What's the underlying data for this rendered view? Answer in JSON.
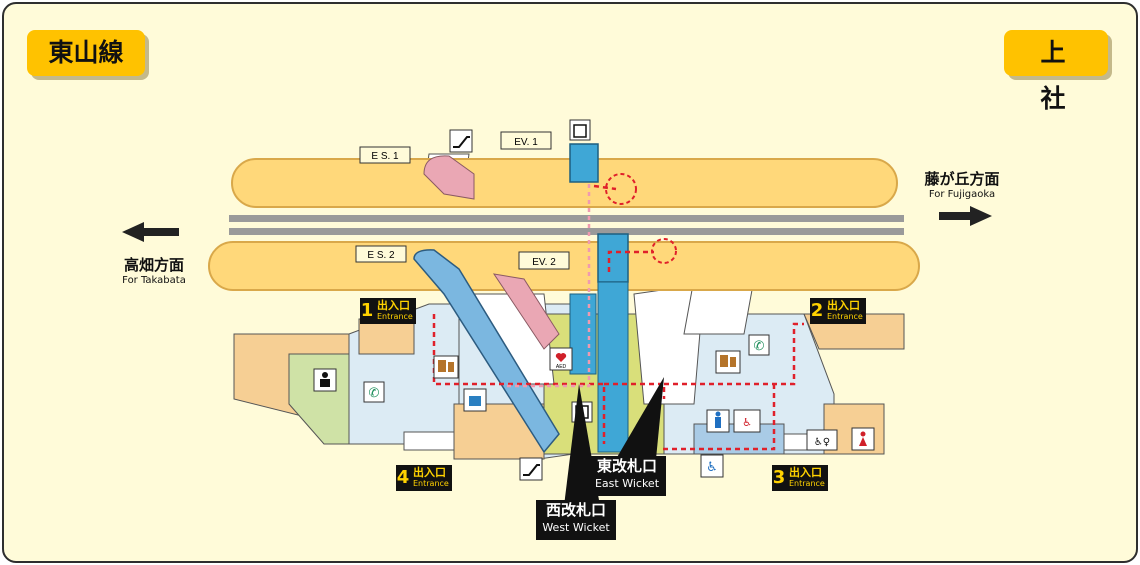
{
  "line_name": "東山線",
  "station_name": "上 社",
  "direction_left": {
    "jp": "高畑方面",
    "en": "For Takabata"
  },
  "direction_right": {
    "jp": "藤が丘方面",
    "en": "For Fujigaoka"
  },
  "facilities": {
    "es1": "E S. 1",
    "es2": "E S. 2",
    "ev1": "EV. 1",
    "ev2": "EV. 2",
    "aed": "AED"
  },
  "exits": [
    {
      "number": "1",
      "jp": "出入口",
      "en": "Entrance"
    },
    {
      "number": "2",
      "jp": "出入口",
      "en": "Entrance"
    },
    {
      "number": "3",
      "jp": "出入口",
      "en": "Entrance"
    },
    {
      "number": "4",
      "jp": "出入口",
      "en": "Entrance"
    }
  ],
  "wickets": {
    "east": {
      "jp": "東改札口",
      "en": "East Wicket"
    },
    "west": {
      "jp": "西改札口",
      "en": "West Wicket"
    }
  },
  "colors": {
    "platform": "#ffd87a",
    "concourse_paid": "#d9df7a",
    "concourse_free": "#dcebf4",
    "elevator": "#3fa7d6",
    "escalator_pink": "#eaa7b4",
    "escalator_blue": "#7bb7e0",
    "tag": "#ffc200",
    "route": "#e0202a"
  },
  "icons": [
    "escalator-icon",
    "elevator-icon",
    "aed-icon",
    "station-office-icon",
    "telephone-icon",
    "ticket-machine-icon",
    "coin-locker-icon",
    "restroom-icon",
    "wheelchair-icon"
  ]
}
